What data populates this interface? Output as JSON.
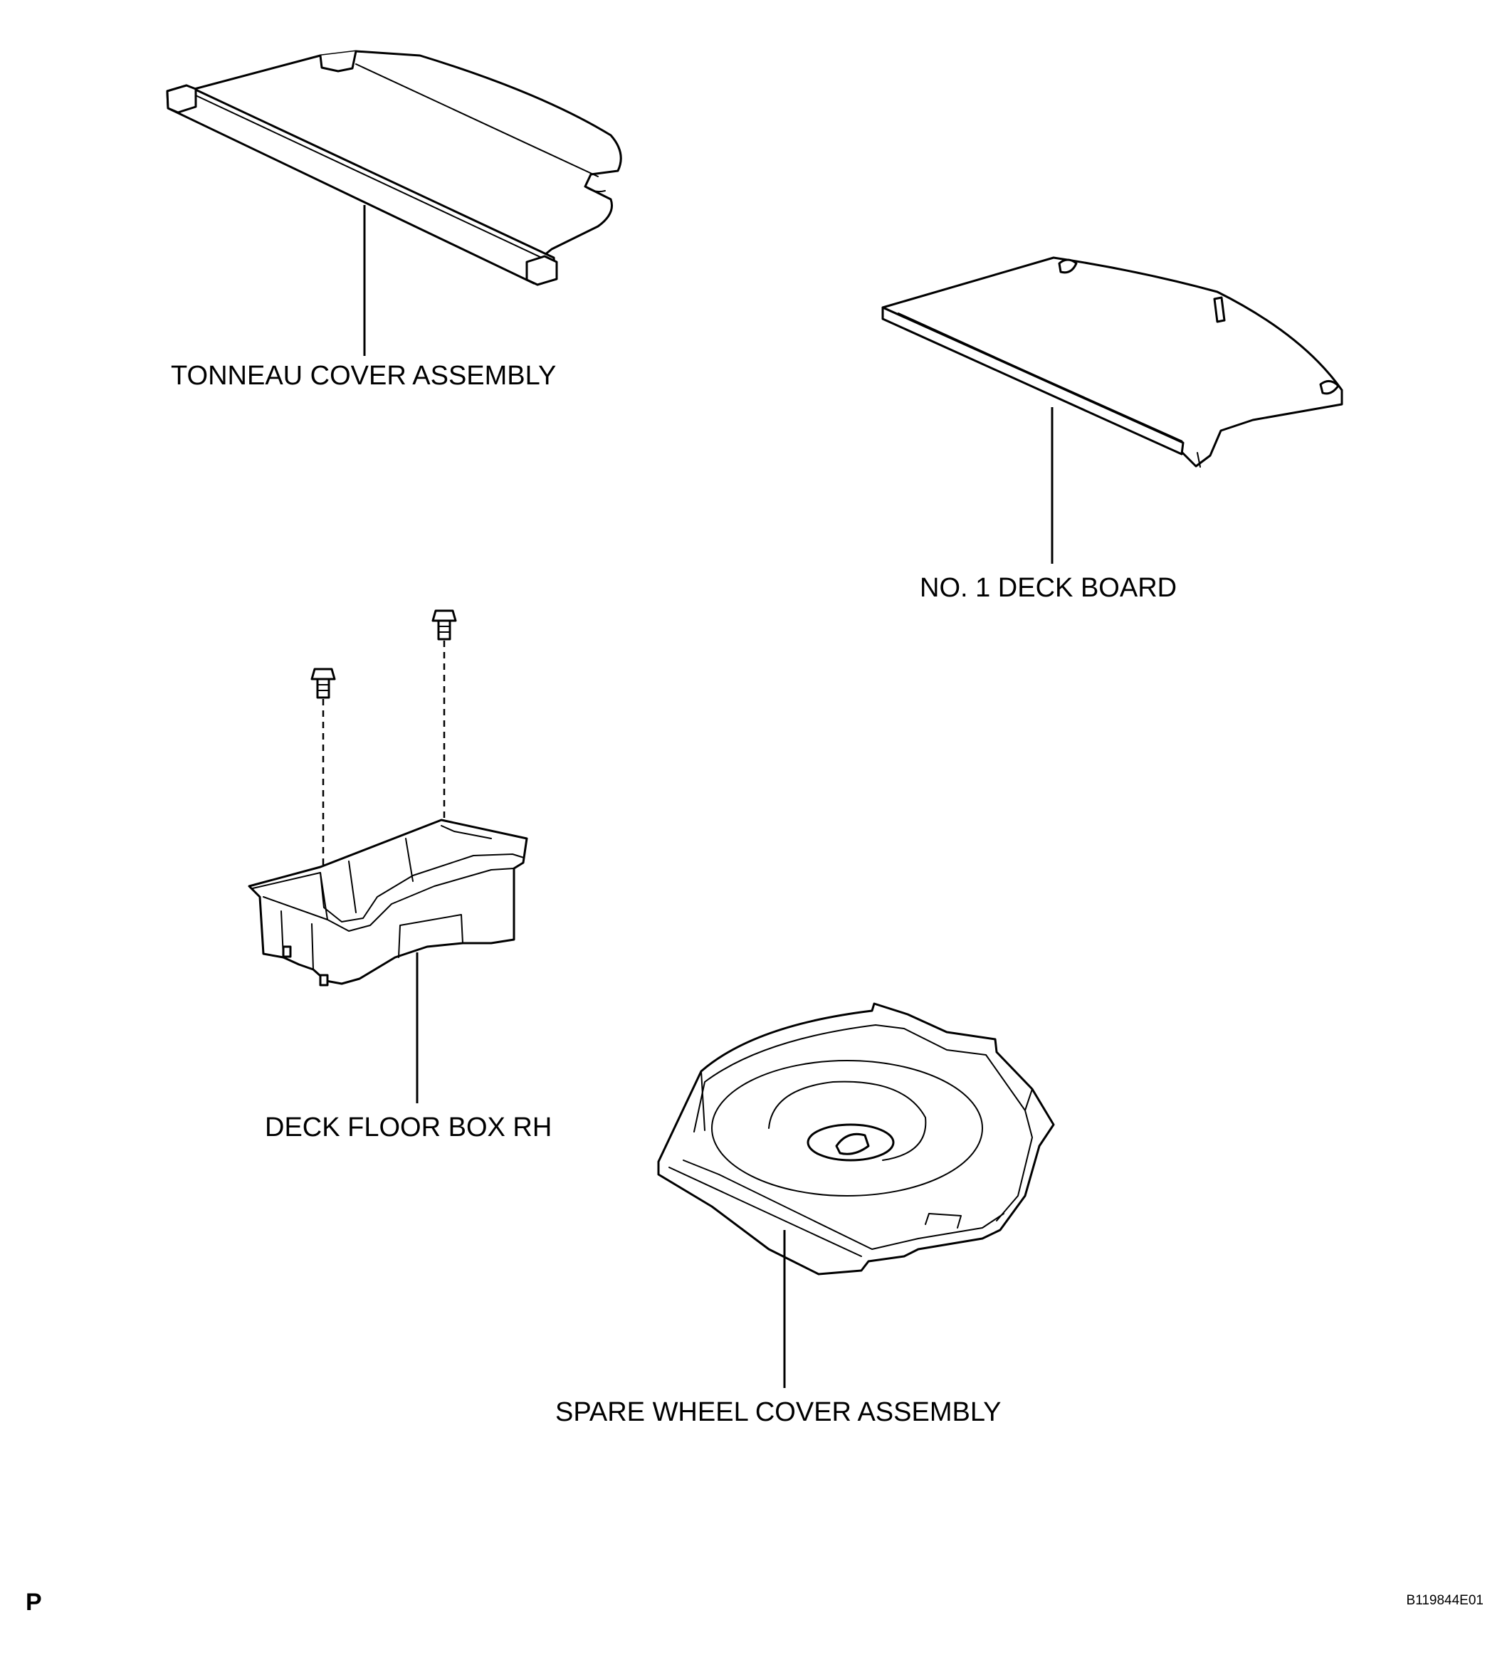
{
  "labels": {
    "tonneau_cover": "TONNEAU COVER ASSEMBLY",
    "deck_board": "NO. 1 DECK BOARD",
    "deck_floor_box": "DECK FLOOR BOX RH",
    "spare_wheel_cover": "SPARE WHEEL COVER ASSEMBLY"
  },
  "corner_mark": "P",
  "figure_id": "B119844E01"
}
